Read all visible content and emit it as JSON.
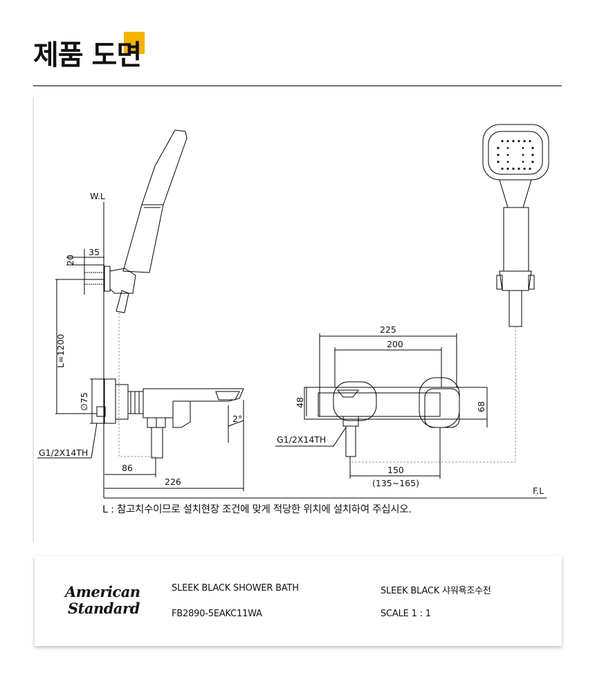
{
  "header": {
    "title": "제품 도면",
    "accent_color": "#f5b400"
  },
  "drawing": {
    "wl_label": "W.L",
    "fl_label": "F.L",
    "dims": {
      "d35": "35",
      "d20": "20",
      "l1200": "L=1200",
      "d75": "∅75",
      "g_left": "G1/2X14TH",
      "d86": "86",
      "d226": "226",
      "deg": "2°",
      "d225": "225",
      "d200": "200",
      "d48": "48",
      "d68": "68",
      "g_right": "G1/2X14TH",
      "d150": "150",
      "d135_165": "(135~165)"
    },
    "note": "L : 참고치수이므로 설치현장 조건에 맞게 적당한 위치에 설치하여 주십시오."
  },
  "title_block": {
    "logo_line1": "American",
    "logo_line2": "Standard",
    "product_name_en": "SLEEK BLACK SHOWER BATH",
    "model": "FB2890-5EAKC11WA",
    "product_name_ko": "SLEEK BLACK 샤워욕조수전",
    "scale": "SCALE  1 : 1"
  }
}
